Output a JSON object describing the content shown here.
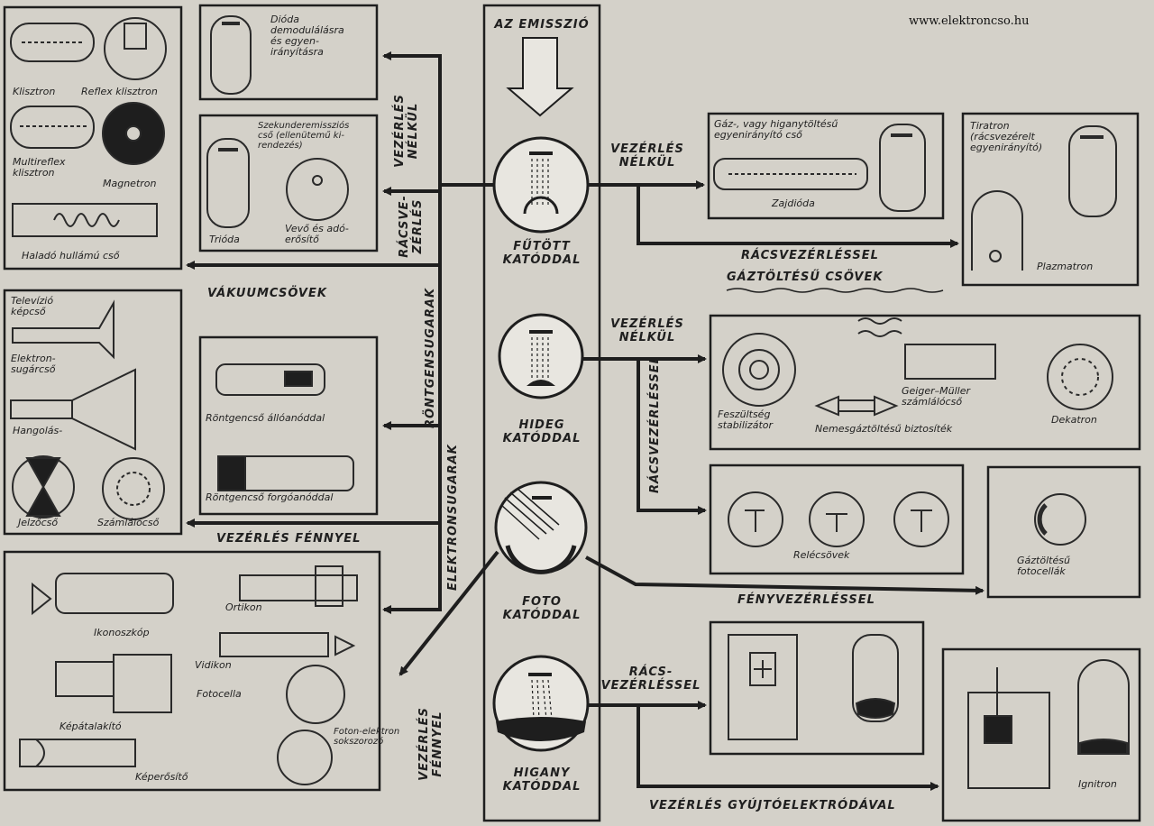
{
  "watermark": "www.elektroncso.hu",
  "center": {
    "title": "AZ EMISSZIÓ",
    "cathodes": [
      {
        "label": "FŰTÖTT\nKATÓDDAL"
      },
      {
        "label": "HIDEG\nKATÓDDAL"
      },
      {
        "label": "FOTO\nKATÓDDAL"
      },
      {
        "label": "HIGANY\nKATÓDDAL"
      }
    ]
  },
  "connectors": {
    "vezerles_nelkul_left": "VEZÉRLÉS\nNÉLKÜL",
    "racsvezerles_left": "RÁCSVE-\nZÉRLÉS",
    "vakuumcsovek": "VÁKUUMCSÖVEK",
    "rontgensugarak": "RÖNTGENSUGARAK",
    "elektronsugarak": "ELEKTRONSUGARAK",
    "vezerles_fennyel_top": "VEZÉRLÉS FÉNNYEL",
    "vezerles_fennyel_vertical": "VEZÉRLÉS\nFÉNNYEL",
    "vezerles_nelkul_heated": "VEZÉRLÉS\nNÉLKÜL",
    "racsvezerlessel_gaz": "RÁCSVEZÉRLÉSSEL",
    "gaztoltesu_csovek": "GÁZTÖLTÉSŰ CSÖVEK",
    "vezerles_nelkul_cold": "VEZÉRLÉS\nNÉLKÜL",
    "racsvezerlessel_vertical": "RÁCSVEZÉRLÉSSEL",
    "fenyvezerlessel": "FÉNYVEZÉRLÉSSEL",
    "racs_vezerlessel": "RÁCS-\nVEZÉRLÉSSEL",
    "vezerles_gyujtoelektrodaval": "VEZÉRLÉS GYÚJTÓELEKTRÓDÁVAL"
  },
  "boxes": {
    "microwave": {
      "klisztron": "Klisztron",
      "reflex": "Reflex klisztron",
      "multireflex": "Multireflex\nklisztron",
      "magnetron": "Magnetron",
      "halado": "Haladó hullámú cső"
    },
    "dioda": {
      "text": "Dióda\ndemodulálásra\nés egyen-\nirányításra"
    },
    "trioda": {
      "szekunder": "Szekunderemissziós\ncső (ellenütemű ki-\nrendezés)",
      "trioda": "Trióda",
      "vevo": "Vevő és adó-\nerősítő"
    },
    "display": {
      "televizio": "Televízió\nképcső",
      "elektron": "Elektron-\nsugárcső",
      "hangolas": "Hangolás-",
      "jelzocso": "Jelzőcső",
      "szamlalo": "Számlálócső"
    },
    "xray": {
      "allo": "Röntgencső állóanóddal",
      "forgo": "Röntgencső forgóanóddal"
    },
    "photo": {
      "ortikon": "Ortikon",
      "ikonoszkop": "Ikonoszkóp",
      "vidikon": "Vidikon",
      "fotocella": "Fotocella",
      "kepatalakito": "Képátalakító",
      "foton": "Foton-elektron\nsokszorozó",
      "keperosito": "Képerősítő"
    },
    "gas_rect": {
      "text": "Gáz-, vagy higanytöltésű\negyenirányító cső",
      "zajdioda": "Zajdióda"
    },
    "tiratron": {
      "text": "Tiratron\n(rácsvezérelt\negyenirányító)",
      "plazmatron": "Plazmatron"
    },
    "cold": {
      "feszultseg": "Feszültség\nstabilizátor",
      "geiger": "Geiger–Müller\nszámlálócső",
      "nemesgaz": "Nemesgáztöltésű biztosíték",
      "dekatron": "Dekatron"
    },
    "rele": {
      "label": "Relécsövek"
    },
    "gazfoto": {
      "label": "Gáztöltésű\nfotocellák"
    },
    "ignitron": {
      "label": "Ignitron"
    }
  }
}
